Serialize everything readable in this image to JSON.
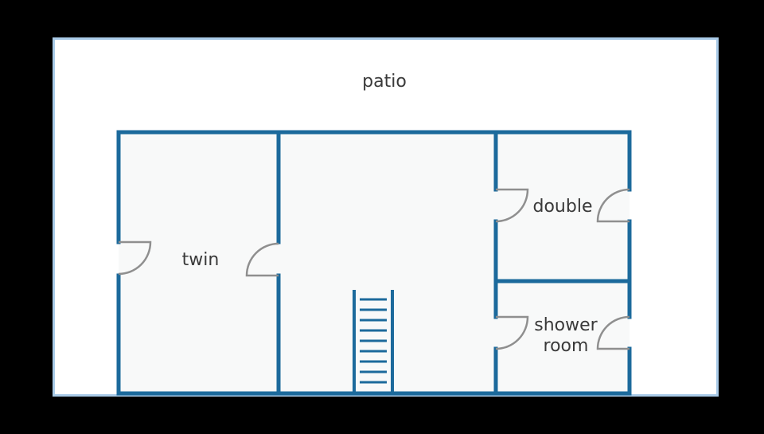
{
  "diagram": {
    "type": "floor-plan",
    "colors": {
      "background": "#000000",
      "patio_fill": "#ffffff",
      "patio_border": "#a9cbe8",
      "floor_fill": "#f8f9f9",
      "wall": "#1c6a9c",
      "door": "#8f8f8f",
      "label": "#3a3a3a"
    },
    "labels": {
      "patio": "patio",
      "twin": "twin",
      "double": "double",
      "shower_line1": "shower",
      "shower_line2": "room"
    },
    "stair_steps": 9
  }
}
